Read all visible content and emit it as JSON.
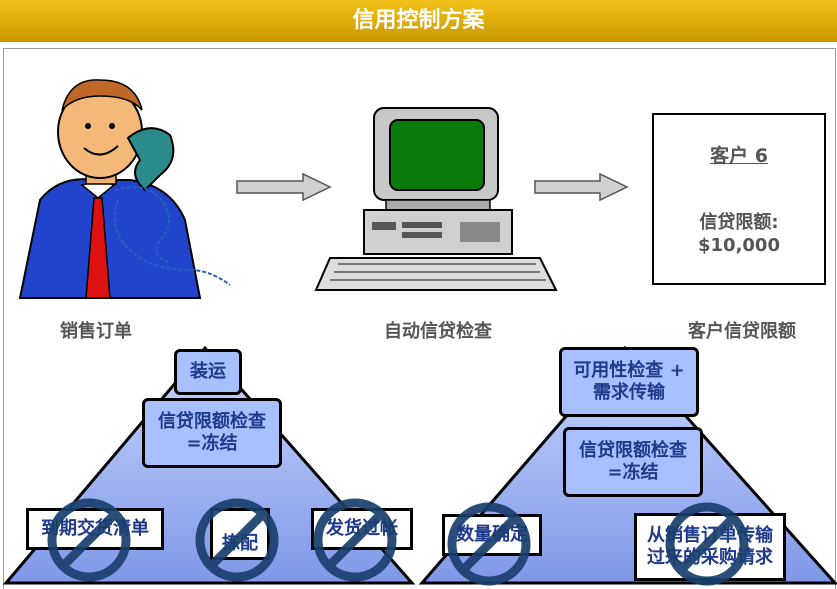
{
  "header": {
    "title": "信用控制方案"
  },
  "labels": {
    "sales_order": "销售订单",
    "auto_check": "自动信贷检查",
    "customer_limit": "客户信贷限额"
  },
  "customer": {
    "name": "客户 6",
    "limit_label": "信贷限额:",
    "limit_value": "$10,000"
  },
  "left_pyramid": {
    "top": "装运",
    "middle_line1": "信贷限额检查",
    "middle_line2": "=冻结",
    "blocked": [
      "到期交货清单",
      "拣配",
      "发货过帐"
    ]
  },
  "right_pyramid": {
    "top_line1": "可用性检查 +",
    "top_line2": "需求传输",
    "middle_line1": "信贷限额检查",
    "middle_line2": "=冻结",
    "blocked": [
      "数量确定",
      "从销售订单传输",
      "过来的采购请求"
    ]
  }
}
